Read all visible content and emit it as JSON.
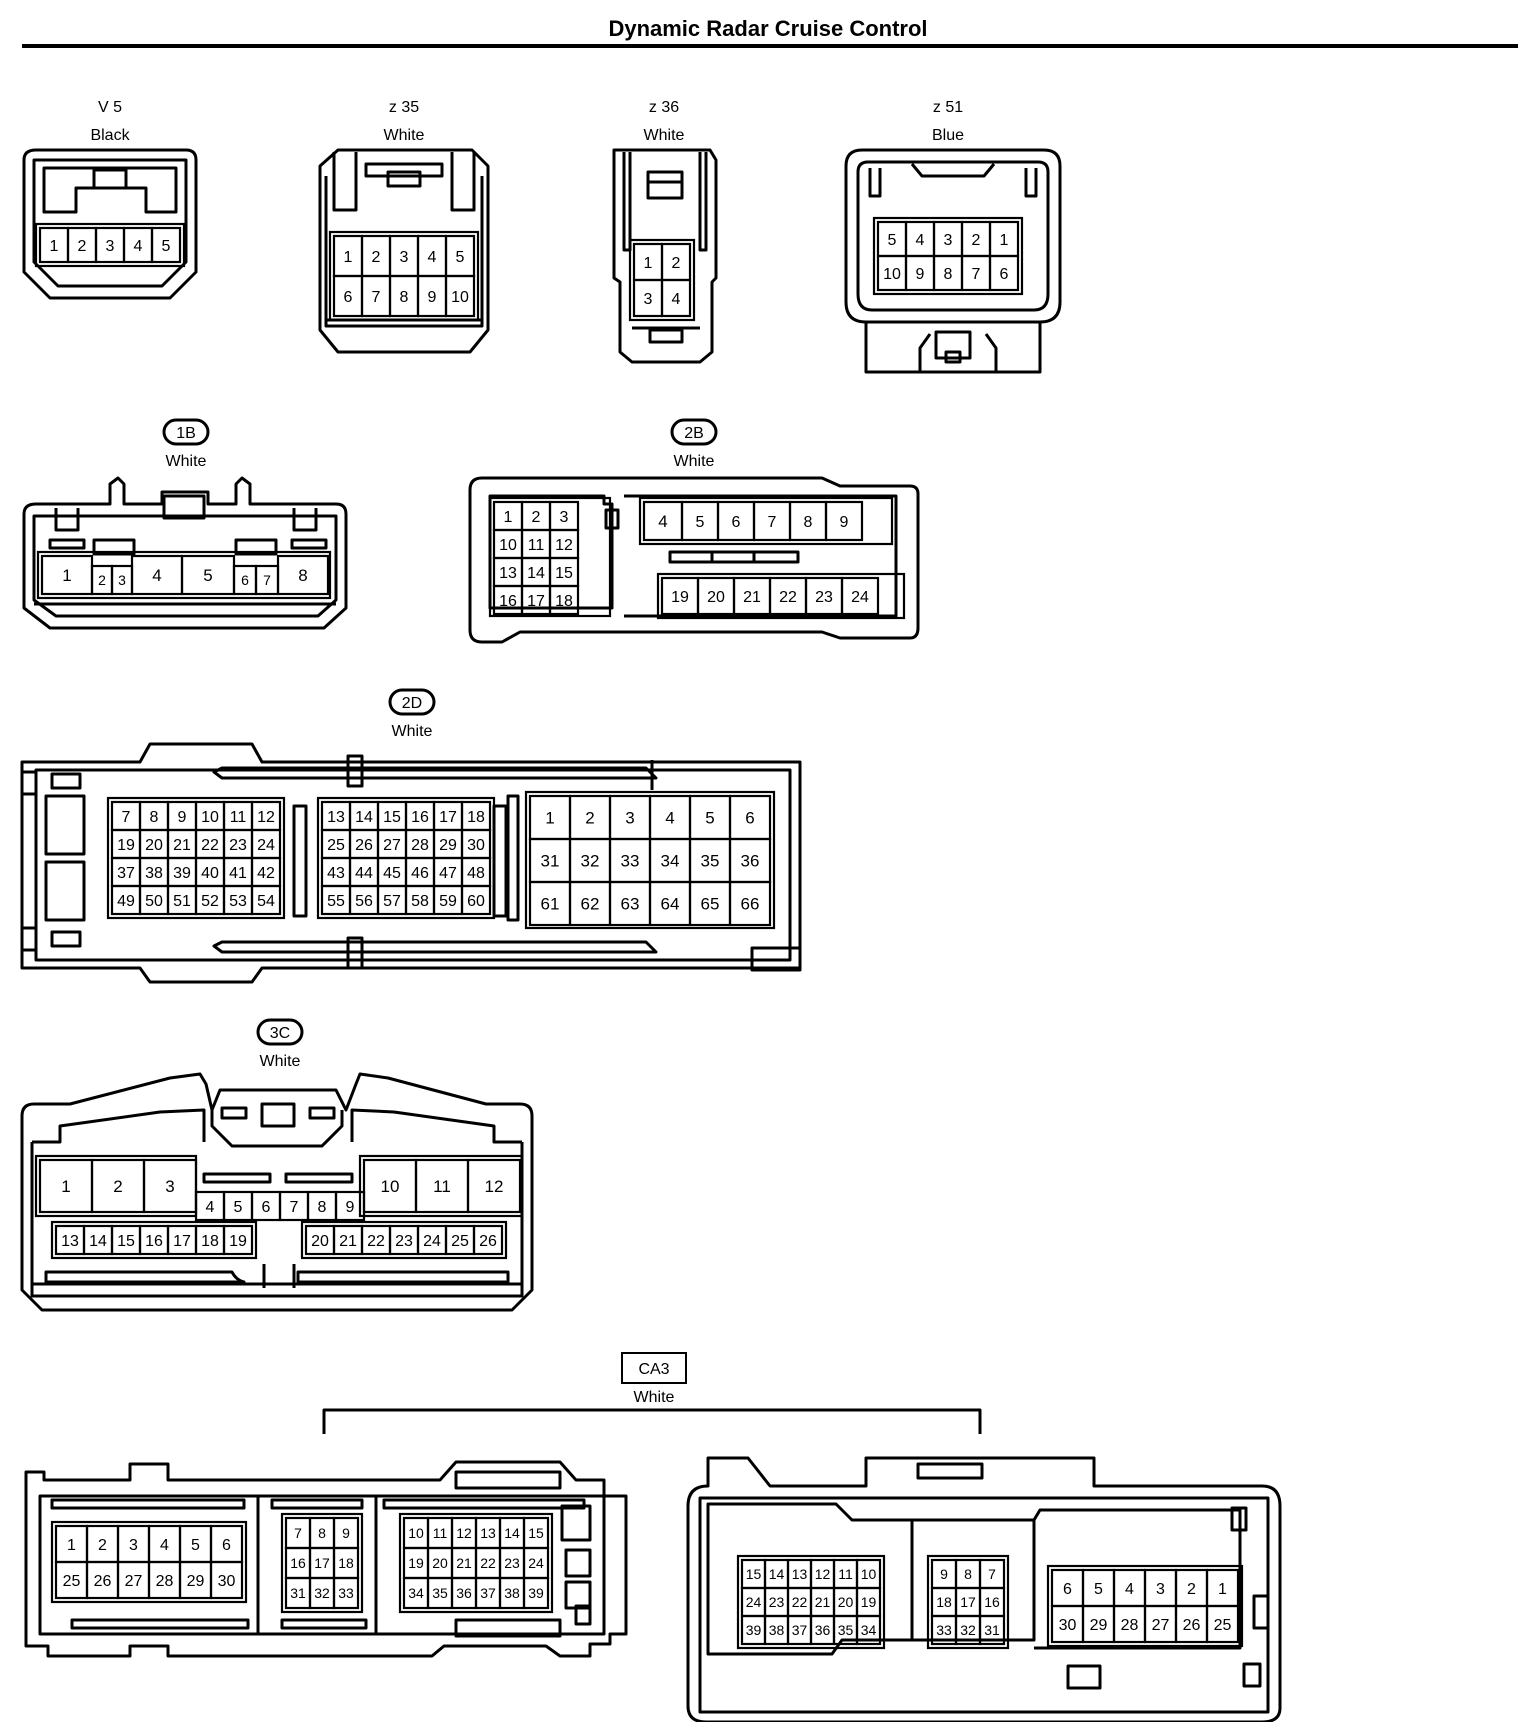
{
  "title": "Dynamic Radar Cruise Control",
  "connectors": [
    {
      "id": "V 5",
      "color": "Black",
      "tag_style": "plain",
      "pins": [
        "1",
        "2",
        "3",
        "4",
        "5"
      ]
    },
    {
      "id": "z 35",
      "color": "White",
      "tag_style": "plain",
      "pins": [
        "1",
        "2",
        "3",
        "4",
        "5",
        "6",
        "7",
        "8",
        "9",
        "10"
      ]
    },
    {
      "id": "z 36",
      "color": "White",
      "tag_style": "plain",
      "pins": [
        "1",
        "2",
        "3",
        "4"
      ]
    },
    {
      "id": "z 51",
      "color": "Blue",
      "tag_style": "plain",
      "pins": [
        "5",
        "4",
        "3",
        "2",
        "1",
        "10",
        "9",
        "8",
        "7",
        "6"
      ]
    },
    {
      "id": "1B",
      "color": "White",
      "tag_style": "oval",
      "pins": [
        "1",
        "2",
        "3",
        "4",
        "5",
        "6",
        "7",
        "8"
      ]
    },
    {
      "id": "2B",
      "color": "White",
      "tag_style": "oval",
      "pins": [
        "1",
        "2",
        "3",
        "10",
        "11",
        "12",
        "13",
        "14",
        "15",
        "16",
        "17",
        "18",
        "4",
        "5",
        "6",
        "7",
        "8",
        "9",
        "19",
        "20",
        "21",
        "22",
        "23",
        "24"
      ]
    },
    {
      "id": "2D",
      "color": "White",
      "tag_style": "oval",
      "pins": [
        "7",
        "8",
        "9",
        "10",
        "11",
        "12",
        "19",
        "20",
        "21",
        "22",
        "23",
        "24",
        "37",
        "38",
        "39",
        "40",
        "41",
        "42",
        "49",
        "50",
        "51",
        "52",
        "53",
        "54",
        "13",
        "14",
        "15",
        "16",
        "17",
        "18",
        "25",
        "26",
        "27",
        "28",
        "29",
        "30",
        "43",
        "44",
        "45",
        "46",
        "47",
        "48",
        "55",
        "56",
        "57",
        "58",
        "59",
        "60",
        "1",
        "2",
        "3",
        "4",
        "5",
        "6",
        "31",
        "32",
        "33",
        "34",
        "35",
        "36",
        "61",
        "62",
        "63",
        "64",
        "65",
        "66"
      ]
    },
    {
      "id": "3C",
      "color": "White",
      "tag_style": "oval",
      "pins": [
        "1",
        "2",
        "3",
        "10",
        "11",
        "12",
        "4",
        "5",
        "6",
        "7",
        "8",
        "9",
        "13",
        "14",
        "15",
        "16",
        "17",
        "18",
        "19",
        "20",
        "21",
        "22",
        "23",
        "24",
        "25",
        "26"
      ]
    },
    {
      "id": "CA3",
      "color": "White",
      "tag_style": "box",
      "pins": [
        "1",
        "2",
        "3",
        "4",
        "5",
        "6",
        "25",
        "26",
        "27",
        "28",
        "29",
        "30",
        "7",
        "8",
        "9",
        "16",
        "17",
        "18",
        "31",
        "32",
        "33",
        "10",
        "11",
        "12",
        "13",
        "14",
        "15",
        "19",
        "20",
        "21",
        "22",
        "23",
        "24",
        "34",
        "35",
        "36",
        "37",
        "38",
        "39",
        "15",
        "14",
        "13",
        "12",
        "11",
        "10",
        "24",
        "23",
        "22",
        "21",
        "20",
        "19",
        "39",
        "38",
        "37",
        "36",
        "35",
        "34",
        "9",
        "8",
        "7",
        "18",
        "17",
        "16",
        "33",
        "32",
        "31",
        "6",
        "5",
        "4",
        "3",
        "2",
        "1",
        "30",
        "29",
        "28",
        "27",
        "26",
        "25"
      ]
    }
  ]
}
